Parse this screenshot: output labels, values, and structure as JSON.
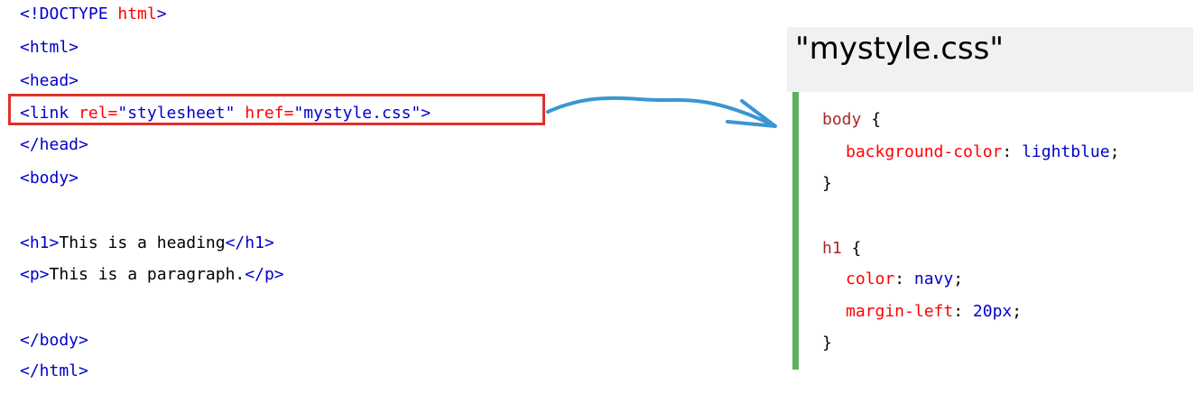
{
  "html_code": {
    "doctype_open": "<!DOCTYPE",
    "doctype_name": " html",
    "doctype_close": ">",
    "html_open": "<html>",
    "head_open": "<head>",
    "link_open": "<link",
    "link_rel_attr": " rel=",
    "link_rel_val": "\"stylesheet\"",
    "link_href_attr": " href=",
    "link_href_val": "\"mystyle.css\"",
    "link_close": ">",
    "head_close": "</head>",
    "body_open": "<body>",
    "h1_open": "<h1>",
    "h1_text": "This is a heading",
    "h1_close": "</h1>",
    "p_open": "<p>",
    "p_text": "This is a paragraph.",
    "p_close": "</p>",
    "body_close": "</body>",
    "html_close": "</html>"
  },
  "css_file": {
    "title": "\"mystyle.css\"",
    "body_selector": "body",
    "open_brace": " {",
    "bg_prop": "background-color",
    "bg_colon": ": ",
    "bg_value": "lightblue",
    "semicolon": ";",
    "close_brace": "}",
    "h1_selector": "h1",
    "color_prop": "color",
    "color_colon": ": ",
    "color_value": "navy",
    "margin_prop": "margin-left",
    "margin_colon": ": ",
    "margin_value": "20px"
  },
  "colors": {
    "tag": "#0000cd",
    "attribute": "#ff0000",
    "highlight_border": "#e0312a",
    "arrow": "#3a96d2",
    "panel_accent": "#5fb05e",
    "header_bg": "#f1f1f1"
  }
}
